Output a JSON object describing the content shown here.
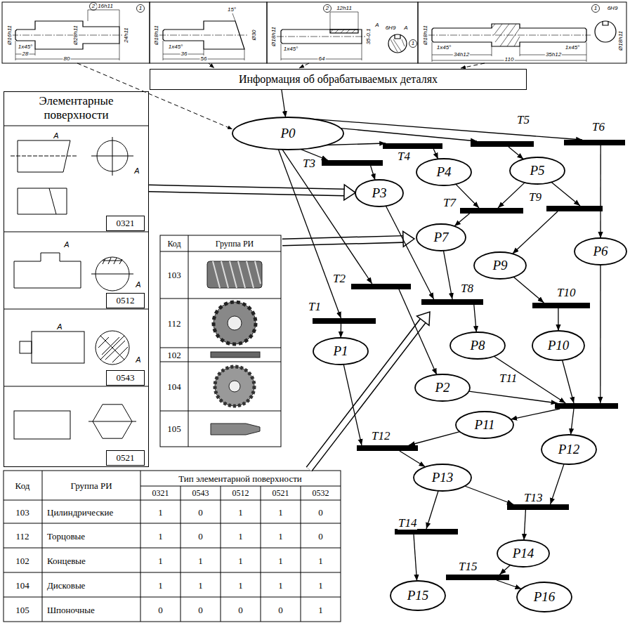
{
  "diagram": {
    "nodes": [
      {
        "text": [
          "Информация об обрабатываемых деталях"
        ]
      },
      {
        "text": [
          "Элементарные поверхности"
        ]
      },
      {
        "text": [
          "0321"
        ],
        "in": 1
      },
      {
        "text": [
          "0512"
        ],
        "in": 1
      },
      {
        "text": [
          "0543"
        ],
        "in": 1
      },
      {
        "text": [
          "0521"
        ],
        "in": 1
      },
      {
        "text": [
          "P0"
        ]
      },
      {
        "text": [
          "P1"
        ]
      },
      {
        "text": [
          "P2"
        ]
      },
      {
        "text": [
          "P3"
        ]
      },
      {
        "text": [
          "P4"
        ]
      },
      {
        "text": [
          "P5"
        ]
      },
      {
        "text": [
          "P6"
        ]
      },
      {
        "text": [
          "P7"
        ]
      },
      {
        "text": [
          "P8"
        ]
      },
      {
        "text": [
          "P9"
        ]
      },
      {
        "text": [
          "P10"
        ]
      },
      {
        "text": [
          "P11"
        ]
      },
      {
        "text": [
          "P12"
        ]
      },
      {
        "text": [
          "P13"
        ]
      },
      {
        "text": [
          "P14"
        ]
      },
      {
        "text": [
          "P15"
        ]
      },
      {
        "text": [
          "P16"
        ]
      },
      {
        "text": [
          "T1"
        ]
      },
      {
        "text": [
          "T2"
        ]
      },
      {
        "text": [
          "T3"
        ]
      },
      {
        "text": [
          "T4"
        ]
      },
      {
        "text": [
          "T5"
        ]
      },
      {
        "text": [
          "T6"
        ]
      },
      {
        "text": [
          "T7"
        ]
      },
      {
        "text": [
          "T8"
        ]
      },
      {
        "text": [
          "T9"
        ]
      },
      {
        "text": [
          "T10"
        ]
      },
      {
        "text": [
          "T11"
        ]
      },
      {
        "text": [
          "T12"
        ]
      },
      {
        "text": [
          "T13"
        ]
      },
      {
        "text": [
          "T14"
        ]
      },
      {
        "text": [
          "T15"
        ]
      }
    ],
    "edges": [
      {
        "from": 0,
        "to": 6,
        "arrow": "to"
      },
      {
        "from": 1,
        "to": 9,
        "arrow": "to"
      },
      {
        "from": 6,
        "to": 23,
        "arrow": "to"
      },
      {
        "from": 6,
        "to": 24,
        "arrow": "to"
      },
      {
        "from": 6,
        "to": 25,
        "arrow": "to"
      },
      {
        "from": 6,
        "to": 26,
        "arrow": "to"
      },
      {
        "from": 6,
        "to": 27,
        "arrow": "to"
      },
      {
        "from": 6,
        "to": 28,
        "arrow": "to"
      },
      {
        "from": 23,
        "to": 7,
        "arrow": "to"
      },
      {
        "from": 24,
        "to": 8,
        "arrow": "to"
      },
      {
        "from": 25,
        "to": 9,
        "arrow": "to"
      },
      {
        "from": 26,
        "to": 10,
        "arrow": "to"
      },
      {
        "from": 27,
        "to": 11,
        "arrow": "to"
      },
      {
        "from": 28,
        "to": 12,
        "arrow": "to"
      },
      {
        "from": 10,
        "to": 29,
        "arrow": "to"
      },
      {
        "from": 11,
        "to": 29,
        "arrow": "to"
      },
      {
        "from": 11,
        "to": 31,
        "arrow": "to"
      },
      {
        "from": 29,
        "to": 13,
        "arrow": "to"
      },
      {
        "from": 31,
        "to": 15,
        "arrow": "to"
      },
      {
        "from": 9,
        "to": 30,
        "arrow": "to"
      },
      {
        "from": 13,
        "to": 30,
        "arrow": "to"
      },
      {
        "from": 30,
        "to": 14,
        "arrow": "to"
      },
      {
        "from": 15,
        "to": 32,
        "arrow": "to"
      },
      {
        "from": 32,
        "to": 16,
        "arrow": "to"
      },
      {
        "from": 14,
        "to": 33,
        "arrow": "to"
      },
      {
        "from": 8,
        "to": 33,
        "arrow": "to"
      },
      {
        "from": 16,
        "to": 33,
        "arrow": "to"
      },
      {
        "from": 12,
        "to": 33,
        "arrow": "to"
      },
      {
        "from": 33,
        "to": 17,
        "arrow": "to"
      },
      {
        "from": 33,
        "to": 18,
        "arrow": "to"
      },
      {
        "from": 7,
        "to": 34,
        "arrow": "to"
      },
      {
        "from": 17,
        "to": 34,
        "arrow": "to"
      },
      {
        "from": 34,
        "to": 19,
        "arrow": "to"
      },
      {
        "from": 19,
        "to": 35,
        "arrow": "to"
      },
      {
        "from": 18,
        "to": 35,
        "arrow": "to"
      },
      {
        "from": 19,
        "to": 36,
        "arrow": "to"
      },
      {
        "from": 35,
        "to": 20,
        "arrow": "to"
      },
      {
        "from": 36,
        "to": 21,
        "arrow": "to"
      },
      {
        "from": 20,
        "to": 37,
        "arrow": "to"
      },
      {
        "from": 37,
        "to": 22,
        "arrow": "to"
      }
    ],
    "labels": [
      "16h11",
      "2",
      "Ø28h11",
      "24h11",
      "1",
      "Ø16h11",
      "1x45°",
      "28",
      "80",
      "15°",
      "Ø18h11",
      "Ø30",
      "1x45°",
      "36",
      "56",
      "12h11",
      "2",
      "1",
      "A",
      "6H9",
      "A",
      "Ø18h11",
      "1x45°",
      "35-0.1",
      "64",
      "Ø18h11",
      "1x45°",
      "1x45°",
      "34h12",
      "35h12",
      "110",
      "6H9",
      "1",
      "Ø18h11",
      "Код",
      "Группа РИ",
      "103",
      "112",
      "102",
      "104",
      "105",
      "A",
      "A",
      "A",
      "A",
      "A",
      "A",
      "Код",
      "Группа РИ",
      "Тип элементарной поверхности",
      "0321",
      "0543",
      "0512",
      "0521",
      "0532",
      "103",
      "Цилиндрические",
      "1",
      "0",
      "1",
      "1",
      "0",
      "112",
      "Торцовые",
      "1",
      "0",
      "1",
      "1",
      "0",
      "102",
      "Концевые",
      "1",
      "1",
      "1",
      "1",
      "1",
      "104",
      "Дисковые",
      "1",
      "1",
      "1",
      "1",
      "1",
      "105",
      "Шпоночные",
      "0",
      "0",
      "0",
      "0",
      "1"
    ]
  }
}
